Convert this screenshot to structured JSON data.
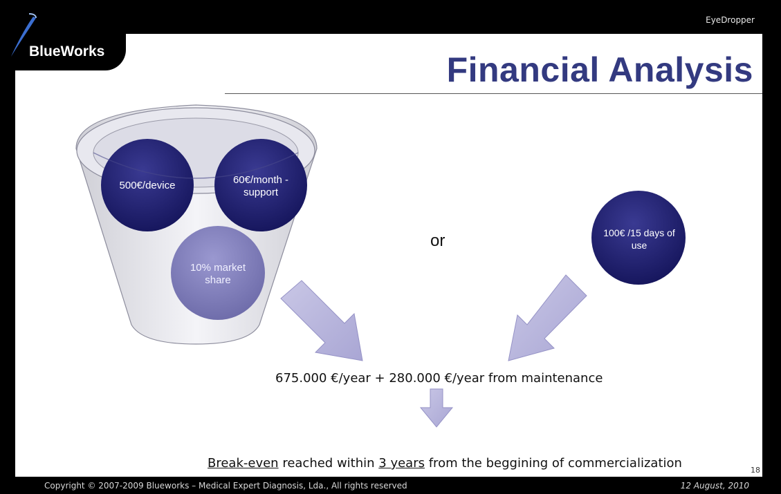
{
  "app": {
    "name": "EyeDropper"
  },
  "logo": {
    "text": "BlueWorks"
  },
  "slide": {
    "title": "Financial Analysis",
    "funnel": {
      "circles": [
        {
          "label": "500€/device"
        },
        {
          "label": "60€/month - support"
        },
        {
          "label": "10% market share"
        }
      ]
    },
    "or_word": "or",
    "alternative": {
      "label": "100€ /15 days of use"
    },
    "revenue": "675.000 €/year + 280.000 €/year from maintenance",
    "conclusion": {
      "part1": "Break-even",
      "part2": " reached within ",
      "part3": "3 years",
      "part4": " from the beggining of commercialization"
    },
    "page_number": "18"
  },
  "footer": {
    "copyright": "Copyright © 2007-2009  Blueworks – Medical Expert Diagnosis, Lda., All rights reserved",
    "date": "12 August, 2010"
  },
  "colors": {
    "title": "#333a80",
    "circle_dark": "#1f1f6a",
    "circle_light": "#8a88c2",
    "arrow": "#c0bee0"
  }
}
